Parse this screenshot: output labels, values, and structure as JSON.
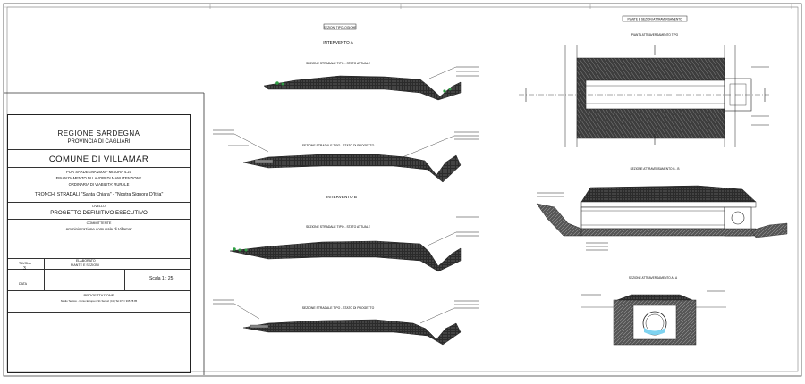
{
  "title_block": {
    "region": "REGIONE SARDEGNA",
    "province": "PROVINCIA DI CAGLIARI",
    "comune": "COMUNE DI VILLAMAR",
    "program_line": "POR SARDEGNA 2000 - MISURA 4.20",
    "financing_line": "FINANZIAMENTO DI LAVORI DI MANUTENZIONE",
    "ordinary_line": "ORDINARIA DI VIABILITA' RURALE",
    "sections_line": "TRONCHI STRADALI \"Santa Chiara\" - \"Nostra Signora D'Itria\"",
    "level_label": "LIVELLO",
    "level_value": "PROGETTO DEFINITIVO ESECUTIVO",
    "client_label": "COMMITTENTE",
    "client_value": "Amministrazione comunale di Villamar",
    "sheet_label": "TAVOLA",
    "sheet_value": "3",
    "date_label": "DATA",
    "drawing_label": "ELABORATO",
    "drawing_value": "PIANTE E SEZIONI",
    "scale": "Scala 1 : 25",
    "design_label": "PROGETTAZIONE",
    "design_value": "Studio Tecnico - Corso Europa n. 91 Sanluri (CA) Tel 070 / 935 78 85"
  },
  "drawing": {
    "sezioni_tipo_tag": "SEZIONI TIPOLOGICHE",
    "intervento_a": "INTERVENTO A",
    "intervento_b": "INTERVENTO B",
    "sez_stato_attuale_a": "SEZIONE STRADALE TIPO - STATO ATTUALE",
    "sez_progetto_a": "SEZIONE STRADALE TIPO - STATO DI PROGETTO",
    "sez_stato_attuale_b": "SEZIONE STRADALE TIPO - STATO ATTUALE",
    "sez_progetto_b": "SEZIONE STRADALE TIPO - STATO DI PROGETTO",
    "attraversamento_tag": "PIANTE E SEZIONI ATTRAVERSAMENTO",
    "pianta_label": "PIANTA ATTRAVERSAMENTO TIPO",
    "sezione_long_label": "SEZIONE ATTRAVERSAMENTO B - B",
    "sezione_trasv_label": "SEZIONE ATTRAVERSAMENTO A - A"
  },
  "colors": {
    "line": "#222222",
    "fill_dark": "#3a3a3a",
    "grass": "#2f9e44",
    "water": "#7fd3f0"
  }
}
